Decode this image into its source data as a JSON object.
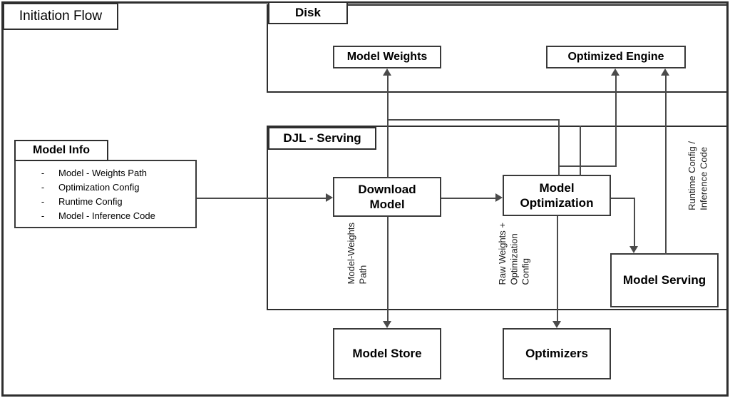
{
  "diagram": {
    "title": "Initiation Flow",
    "regions": {
      "disk": {
        "label": "Disk"
      },
      "djl_serving": {
        "label": "DJL - Serving"
      }
    },
    "nodes": {
      "model_weights": "Model Weights",
      "optimized_engine": "Optimized Engine",
      "download_model": "Download\nModel",
      "download_model_line1": "Download",
      "download_model_line2": "Model",
      "model_optimization_line1": "Model",
      "model_optimization_line2": "Optimization",
      "model_serving": "Model Serving",
      "model_store": "Model Store",
      "optimizers": "Optimizers"
    },
    "model_info": {
      "title": "Model Info",
      "bullet": "-",
      "items": [
        "Model - Weights Path",
        "Optimization Config",
        "Runtime Config",
        "Model - Inference Code"
      ]
    },
    "edge_labels": {
      "model_weights_path": "Model-Weights\nPath",
      "raw_weights_optimization_config": "Raw Weights +\nOptimization\nConfig",
      "runtime_config_inference_code": "Runtime Config /\nInference Code"
    },
    "colors": {
      "background": "#ffffff",
      "stroke": "#3a3a3a",
      "line": "#4a4a4a",
      "text": "#000000"
    }
  }
}
